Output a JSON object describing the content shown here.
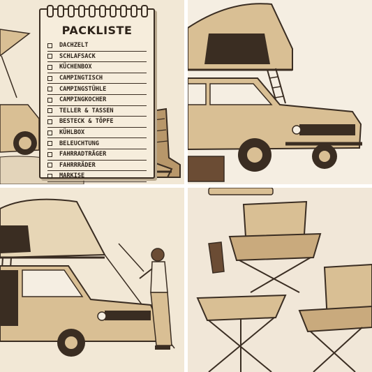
{
  "packliste": {
    "title": "PACKLISTE",
    "items": [
      {
        "label": "DACHZELT"
      },
      {
        "label": "SCHLAFSACK"
      },
      {
        "label": "KÜCHENBOX"
      },
      {
        "label": "CAMPINGTISCH"
      },
      {
        "label": "CAMPINGSTÜHLE"
      },
      {
        "label": "CAMPINGKOCHER"
      },
      {
        "label": "TELLER & TASSEN"
      },
      {
        "label": "BESTECK & TÖPFE"
      },
      {
        "label": "KÜHLBOX"
      },
      {
        "label": "BELEUCHTUNG"
      },
      {
        "label": "FAHRRADTRÄGER"
      },
      {
        "label": "FAHRRRÄDER"
      },
      {
        "label": "MARKISE"
      }
    ]
  },
  "colors": {
    "background": "#f2e8d6",
    "ink": "#3a2d22",
    "tan": "#d9bf94",
    "brown": "#6b4c34",
    "divider": "#ffffff"
  }
}
